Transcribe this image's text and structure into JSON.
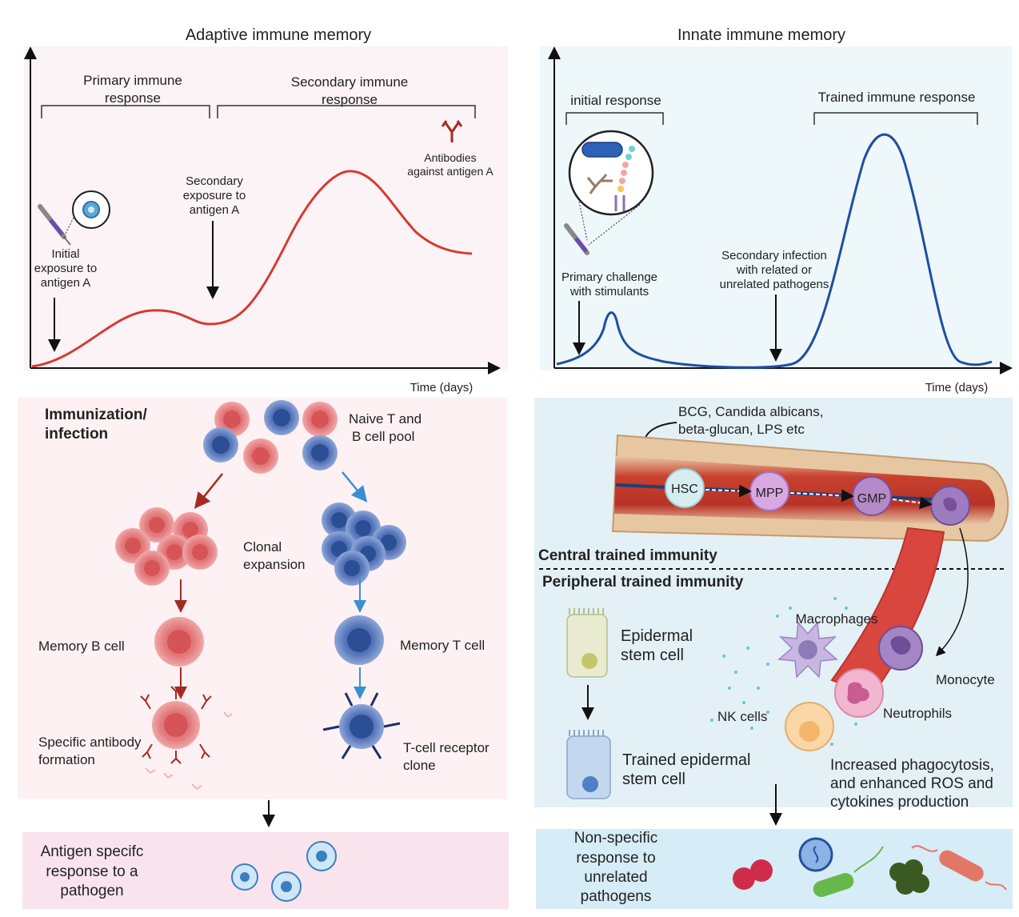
{
  "adaptive": {
    "title": "Adaptive immune memory",
    "primary_label": [
      "Primary immune",
      "response"
    ],
    "secondary_label": [
      "Secondary immune",
      "response"
    ],
    "antibodies_label": [
      "Antibodies",
      "against antigen A"
    ],
    "secondary_exposure_label": [
      "Secondary",
      "exposure to",
      "antigen A"
    ],
    "initial_exposure_label": [
      "Initial",
      "exposure to",
      "antigen A"
    ],
    "time_axis": "Time (days)",
    "immunization_label": [
      "Immunization/",
      "infection"
    ],
    "naive_pool_label": [
      "Naive T and",
      "B cell pool"
    ],
    "clonal_label": [
      "Clonal",
      "expansion"
    ],
    "memory_b_label": "Memory B cell",
    "memory_t_label": "Memory T cell",
    "antibody_formation_label": [
      "Specific antibody",
      "formation"
    ],
    "tcr_clone_label": [
      "T-cell receptor",
      "clone"
    ],
    "outcome_label": [
      "Antigen specifc",
      "response to a",
      "pathogen"
    ]
  },
  "innate": {
    "title": "Innate immune memory",
    "initial_response_label": "initial response",
    "trained_response_label": "Trained immune response",
    "primary_challenge_label": [
      "Primary challenge",
      "with stimulants"
    ],
    "secondary_infection_label": [
      "Secondary infection",
      "with related or",
      "unrelated pathogens"
    ],
    "time_axis": "Time (days)",
    "stimulants_label": [
      "BCG, Candida albicans,",
      "beta-glucan, LPS etc"
    ],
    "cells": [
      "HSC",
      "MPP",
      "GMP"
    ],
    "central_label": "Central trained immunity",
    "peripheral_label": "Peripheral trained immunity",
    "epidermal_label": [
      "Epidermal",
      "stem cell"
    ],
    "trained_epidermal_label": [
      "Trained epidermal",
      "stem cell"
    ],
    "macrophages_label": "Macrophages",
    "monocyte_label": "Monocyte",
    "nk_label": "NK cells",
    "neutrophils_label": "Neutrophils",
    "effects_label": [
      "Increased phagocytosis,",
      "and enhanced ROS and",
      "cytokines production"
    ],
    "outcome_label": [
      "Non-specific",
      "response to",
      "unrelated",
      "pathogens"
    ]
  },
  "colors": {
    "adaptive_curve": "#d63a2f",
    "innate_curve": "#1e4fa0",
    "b_cell": "#e8777a",
    "t_cell": "#4f73b8",
    "adaptive_panel": "#fdf1f3",
    "innate_panel": "#e3f0f6"
  }
}
